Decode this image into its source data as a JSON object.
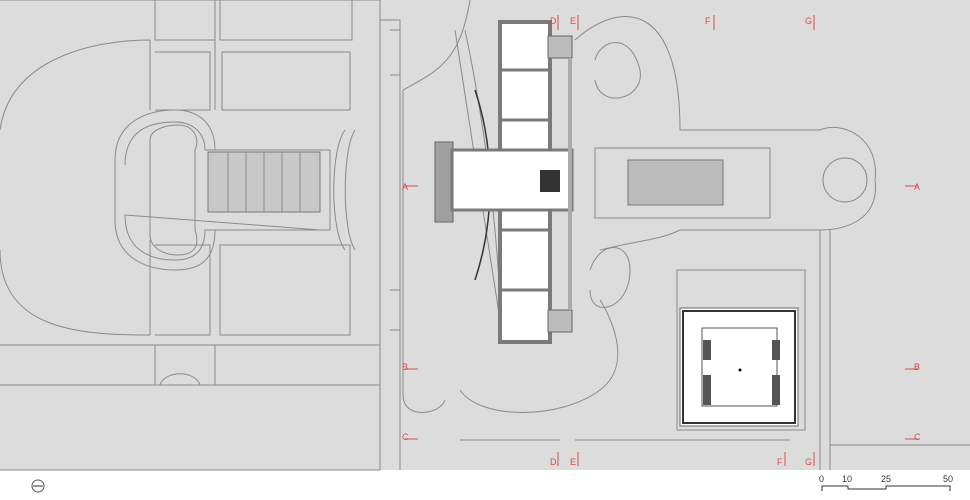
{
  "section_markers": {
    "A_left": "A",
    "A_right": "A",
    "B_left": "B",
    "B_right": "B",
    "C_left": "C",
    "C_right": "C",
    "D_top": "D",
    "E_top": "E",
    "F_top": "F",
    "G_top": "G",
    "D_bottom": "D",
    "E_bottom": "E",
    "F_bottom": "F",
    "G_bottom": "G"
  },
  "scale_bar": {
    "ticks": [
      "0",
      "10",
      "25",
      "50"
    ]
  },
  "colors": {
    "background": "#dcdcdc",
    "section_marker": "#e04848",
    "walls": "#7a7a7a"
  },
  "north_icon": "north-arrow-icon"
}
